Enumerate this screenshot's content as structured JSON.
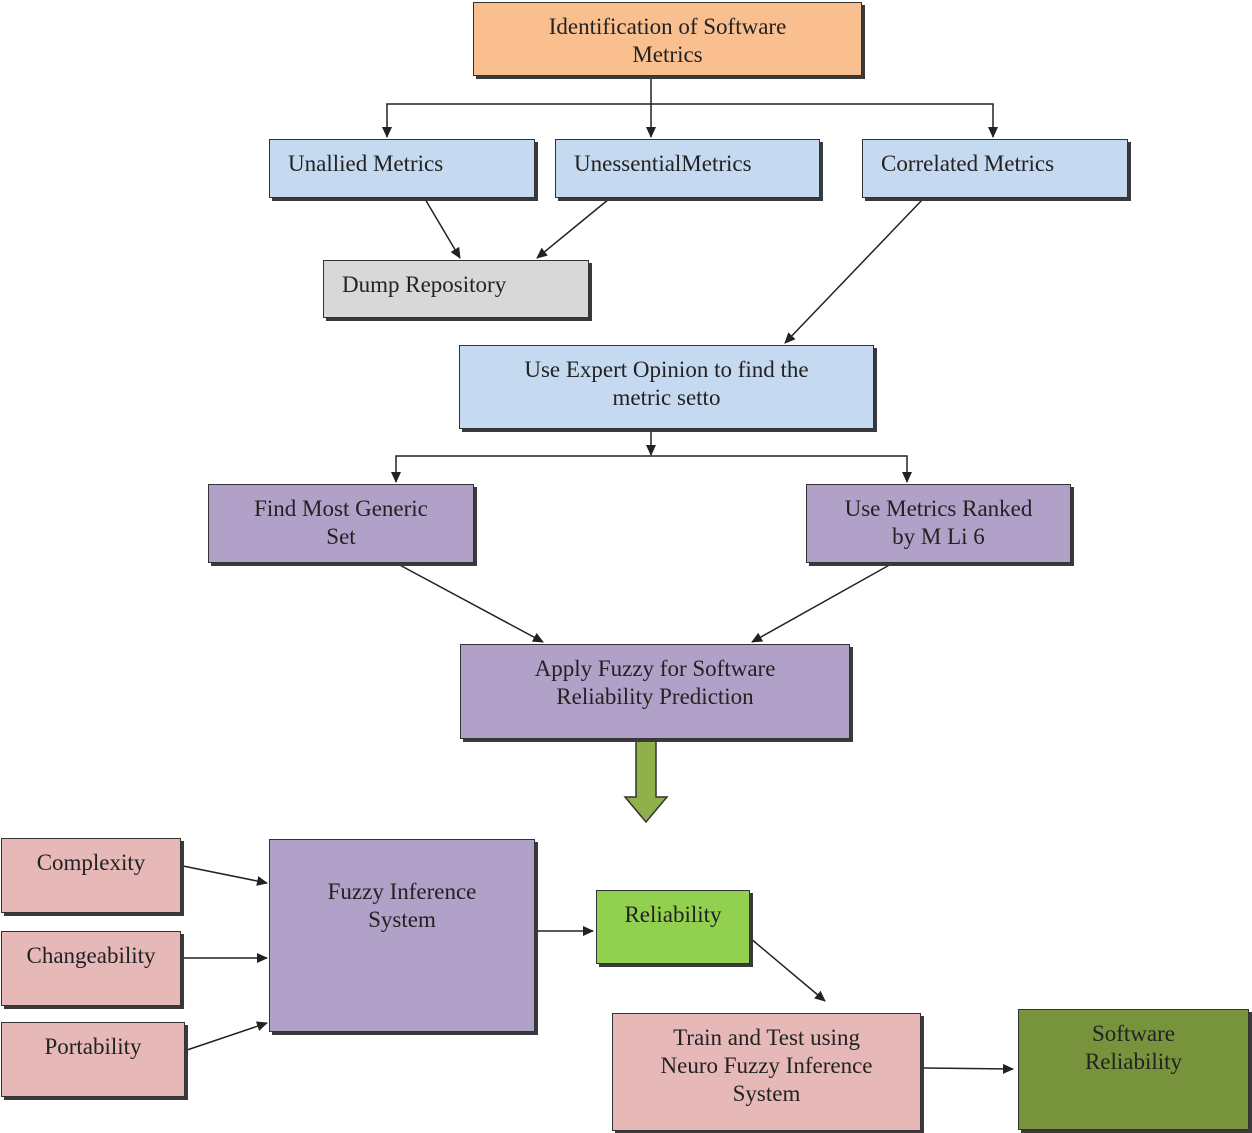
{
  "nodes": {
    "identification": "Identification of Software\nMetrics",
    "unallied": "Unallied Metrics",
    "unessential": "UnessentialMetrics",
    "correlated": "Correlated Metrics",
    "dump": "Dump Repository",
    "expert": "Use Expert Opinion to find the\nmetric setto",
    "generic": "Find Most Generic\nSet",
    "ranked": "Use Metrics Ranked\nby M Li 6",
    "fuzzy_apply": "Apply Fuzzy for Software\nReliability Prediction",
    "complexity": "Complexity",
    "changeability": "Changeability",
    "portability": "Portability",
    "fis": "Fuzzy Inference\nSystem",
    "reliability": "Reliability",
    "neuro": "Train and Test using\nNeuro Fuzzy Inference\nSystem",
    "software_reliability": "Software\nReliability"
  },
  "colors": {
    "orange": "#f9bf8f",
    "blue": "#c5d9f0",
    "gray": "#d8d8d8",
    "purple": "#b1a0c8",
    "pink": "#e6b8b7",
    "light_green": "#92d050",
    "dark_green": "#77933c",
    "big_arrow": "#8fb04b"
  }
}
